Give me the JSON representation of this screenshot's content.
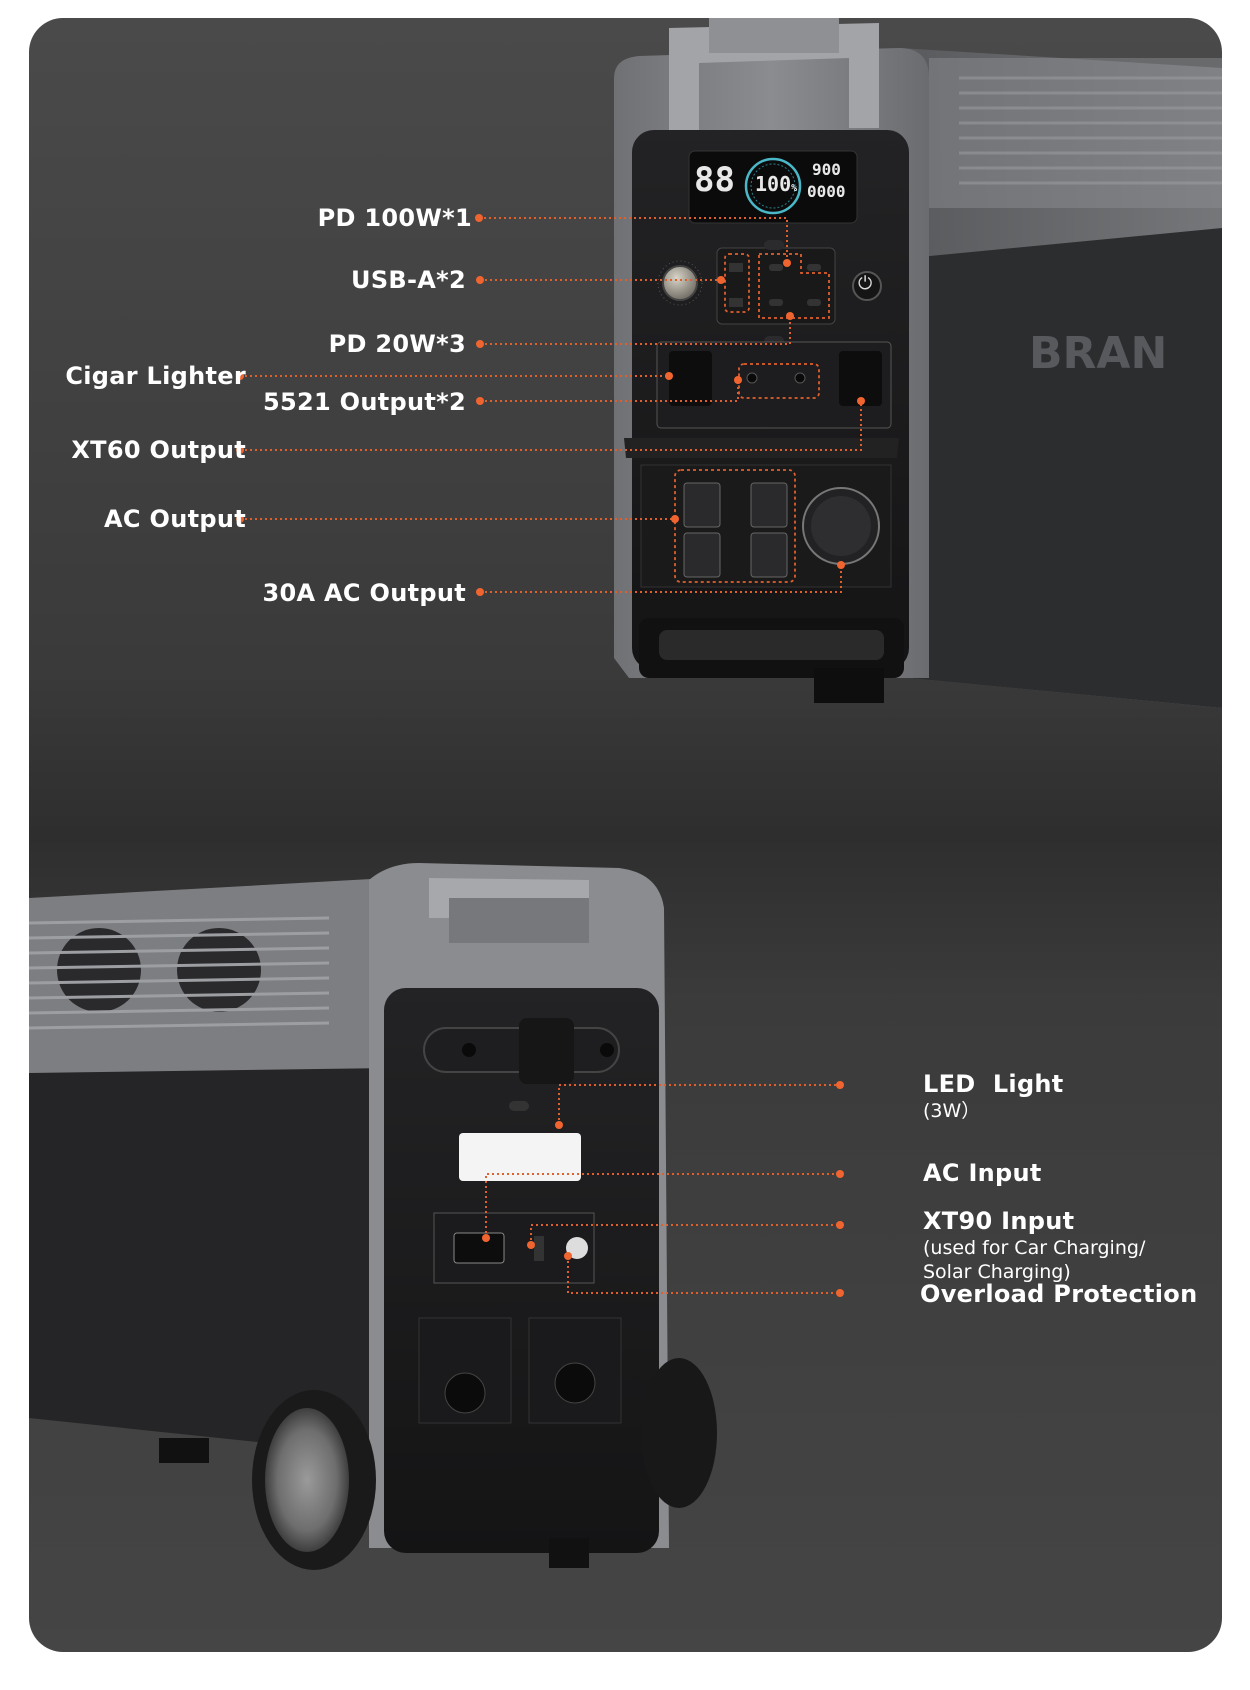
{
  "top_unit": {
    "labels": {
      "pd100": "PD 100W*1",
      "usba": "USB-A*2",
      "pd20": "PD 20W*3",
      "cigar": "Cigar Lighter",
      "dc5521": "5521 Output*2",
      "xt60": "XT60 Output",
      "ac_out": "AC Output",
      "ac30": "30A AC Output"
    },
    "lcd": {
      "left_digits": "88",
      "center_value": "100",
      "center_unit": "%",
      "input_watts": "900",
      "output_watts": "0000"
    },
    "brand_text": "BRAN"
  },
  "bottom_unit": {
    "labels": {
      "led": "LED  Light",
      "led_sub": "(3W）",
      "ac_in": "AC Input",
      "xt90": "XT90 Input",
      "xt90_sub1": "(used for Car Charging/",
      "xt90_sub2": "Solar Charging)",
      "overload": "Overload Protection"
    }
  },
  "colors": {
    "accent": "#f0652f",
    "background": "#3a3a3a",
    "unit_grey": "#7d7f82",
    "panel_dark": "#1c1c1e"
  }
}
